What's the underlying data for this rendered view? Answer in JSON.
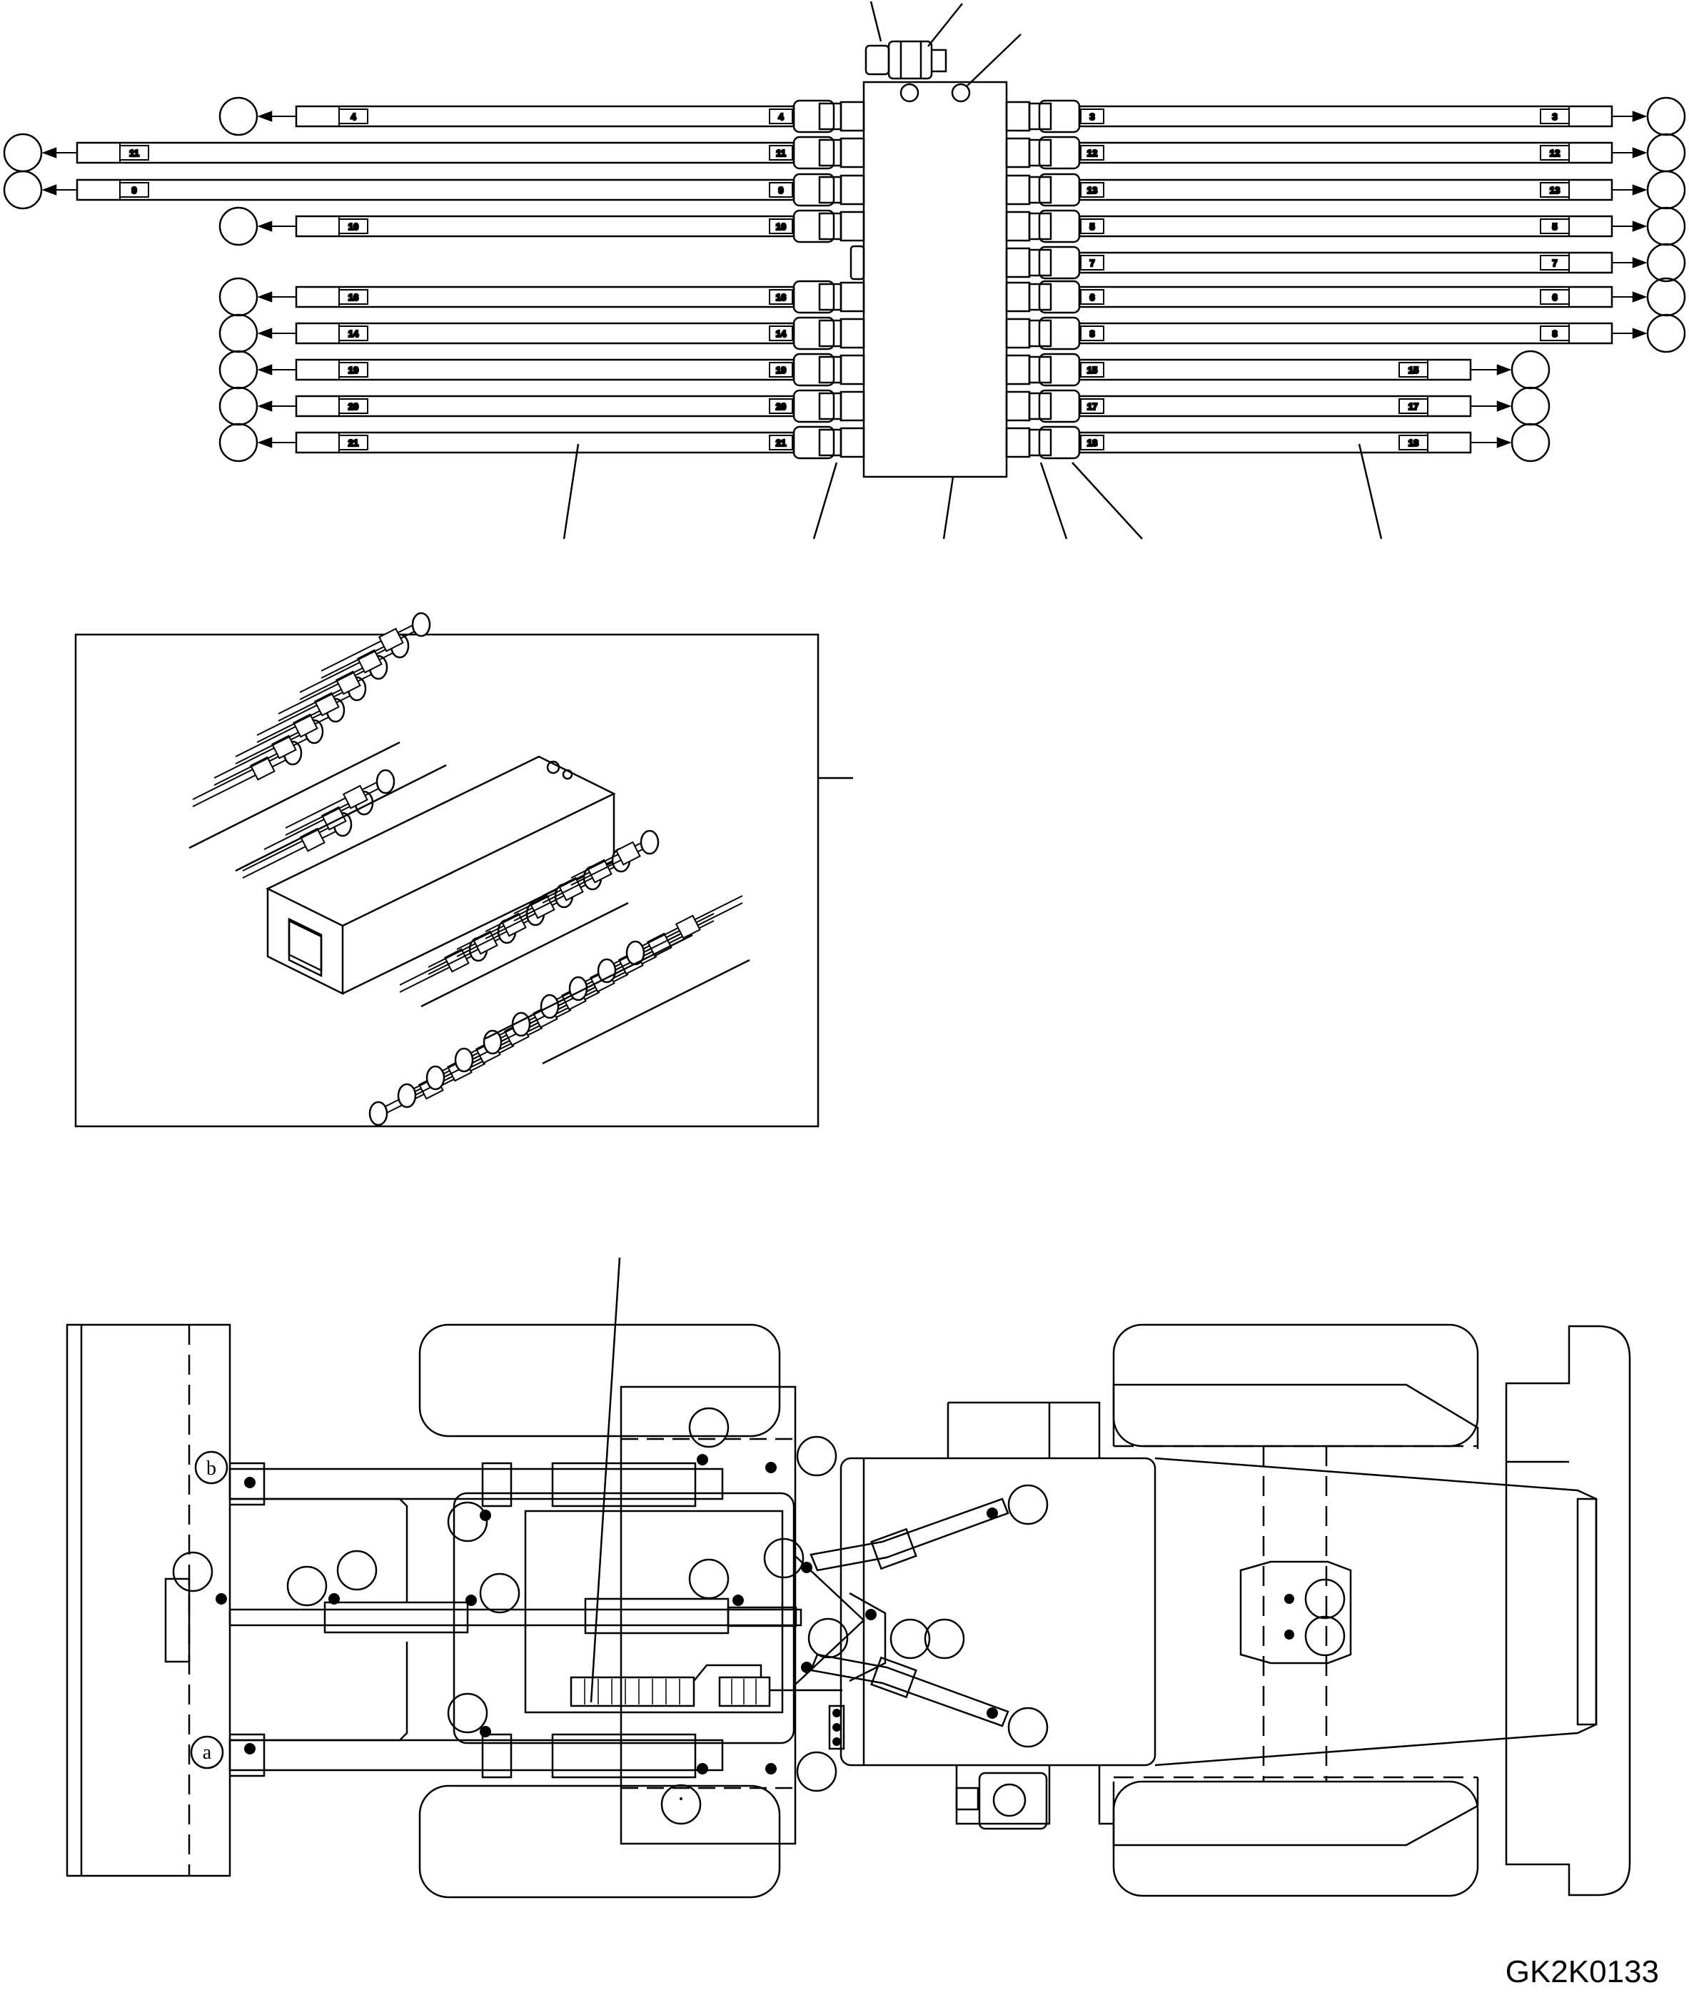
{
  "drawing": {
    "code": "GK2K0133",
    "left_hoses": [
      {
        "tag": "4",
        "tag_end": "4"
      },
      {
        "tag": "11",
        "tag_end": "11"
      },
      {
        "tag": "9",
        "tag_end": "9"
      },
      {
        "tag": "10",
        "tag_end": "10"
      },
      {
        "tag": "16",
        "tag_end": "16"
      },
      {
        "tag": "14",
        "tag_end": "14"
      },
      {
        "tag": "19",
        "tag_end": "19"
      },
      {
        "tag": "20",
        "tag_end": "20"
      },
      {
        "tag": "21",
        "tag_end": "21"
      }
    ],
    "right_hoses": [
      {
        "tag": "3",
        "tag_end": "3"
      },
      {
        "tag": "12",
        "tag_end": "12"
      },
      {
        "tag": "13",
        "tag_end": "13"
      },
      {
        "tag": "5",
        "tag_end": "5"
      },
      {
        "tag": "7",
        "tag_end": "7"
      },
      {
        "tag": "6",
        "tag_end": "6"
      },
      {
        "tag": "8",
        "tag_end": "8"
      },
      {
        "tag": "15",
        "tag_end": "15"
      },
      {
        "tag": "17",
        "tag_end": "17"
      },
      {
        "tag": "18",
        "tag_end": "18"
      }
    ],
    "marker_b": "b",
    "marker_a": "a",
    "accent": "#000000"
  }
}
